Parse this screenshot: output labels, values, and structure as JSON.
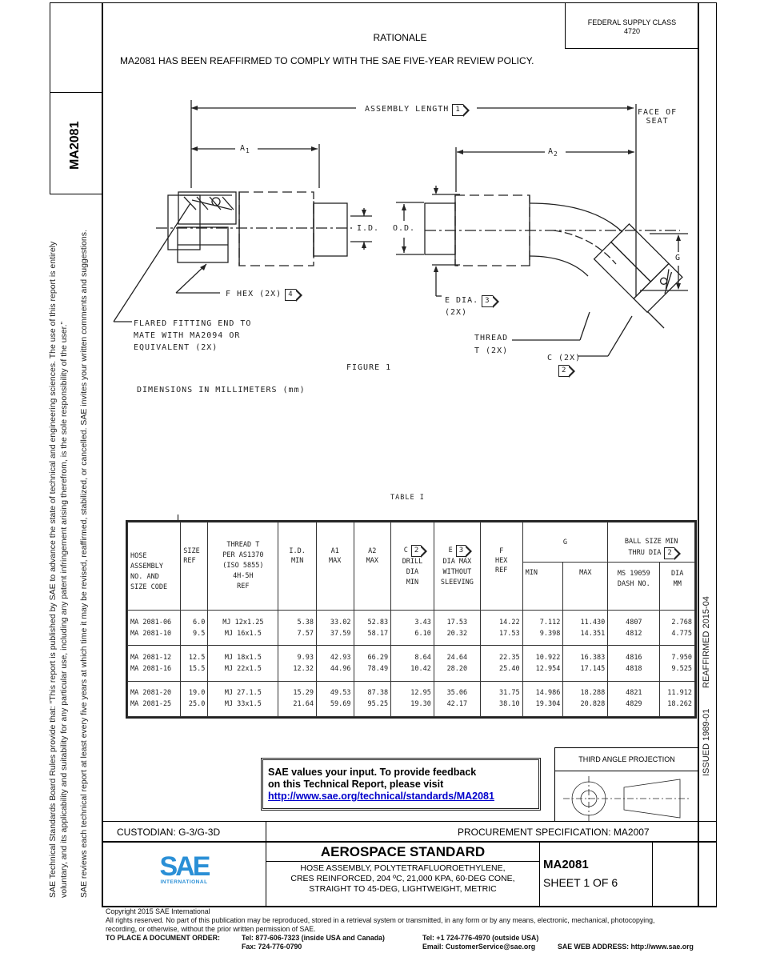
{
  "header": {
    "federal_supply_class_label": "FEDERAL SUPPLY CLASS",
    "federal_supply_class_value": "4720",
    "rationale_title": "RATIONALE",
    "rationale_text": "MA2081 HAS BEEN REAFFIRMED TO COMPLY WITH THE SAE FIVE-YEAR REVIEW POLICY."
  },
  "sidebar": {
    "doc_number": "MA2081",
    "rules_line1": "SAE Technical Standards Board Rules provide that: “This report is published by SAE to advance the state of technical and engineering sciences. The use of this report is entirely",
    "rules_line2": "voluntary, and its applicability and suitability for any particular use, including any patent infringement arising therefrom, is the sole responsibility of the user.”",
    "review_line": "SAE reviews each technical report at least every five years at which time it may be revised, reaffirmed, stabilized, or cancelled. SAE invites your written comments and suggestions."
  },
  "right_margin": {
    "issued": "ISSUED 1989-01",
    "reaffirmed": "REAFFIRMED 2015-04"
  },
  "figure": {
    "assembly_length": "ASSEMBLY LENGTH",
    "assembly_length_note": "1",
    "face_of_seat_1": "FACE OF",
    "face_of_seat_2": "SEAT",
    "a1": "A",
    "a1_sub": "1",
    "a2": "A",
    "a2_sub": "2",
    "id": "I.D.",
    "od": "O.D.",
    "g": "G",
    "f_hex": "F HEX (2X)",
    "f_hex_note": "4",
    "e_dia": "E DIA.",
    "e_dia_note": "3",
    "e_dia_2x": "(2X)",
    "flared_1": "FLARED FITTING END TO",
    "flared_2": "MATE WITH MA2094 OR",
    "flared_3": "EQUIVALENT (2X)",
    "thread_1": "THREAD",
    "thread_2": "T (2X)",
    "c_label": "C (2X)",
    "c_note": "2",
    "caption": "FIGURE 1",
    "units": "DIMENSIONS IN MILLIMETERS (mm)"
  },
  "table": {
    "title": "TABLE I",
    "headers": {
      "hose": [
        "HOSE",
        "ASSEMBLY",
        "NO. AND",
        "SIZE CODE"
      ],
      "size": [
        "SIZE",
        "REF"
      ],
      "thread": [
        "THREAD T",
        "PER AS1370",
        "(ISO 5855)",
        "4H-5H",
        "REF"
      ],
      "id": [
        "I.D.",
        "MIN"
      ],
      "a1": [
        "A1",
        "MAX"
      ],
      "a2": [
        "A2",
        "MAX"
      ],
      "c": [
        "C",
        "DRILL",
        "DIA",
        "MIN"
      ],
      "c_note": "2",
      "e": [
        "E",
        "DIA MAX",
        "WITHOUT",
        "SLEEVING"
      ],
      "e_note": "3",
      "f": [
        "F",
        "HEX",
        "REF"
      ],
      "g": "G",
      "g_min": "MIN",
      "g_max": "MAX",
      "ball": [
        "BALL SIZE MIN",
        "THRU DIA"
      ],
      "ball_note": "2",
      "ms": [
        "MS 19059",
        "DASH NO."
      ],
      "dia": [
        "DIA",
        "MM"
      ]
    },
    "rows": [
      {
        "hose": "MA 2081-06",
        "size": "6.0",
        "thread": "MJ 12x1.25",
        "id": "5.38",
        "a1": "33.02",
        "a2": "52.83",
        "c": "3.43",
        "e": "17.53",
        "f": "14.22",
        "gmin": "7.112",
        "gmax": "11.430",
        "ms": "4807",
        "dia": "2.768"
      },
      {
        "hose": "MA 2081-10",
        "size": "9.5",
        "thread": "MJ 16x1.5",
        "id": "7.57",
        "a1": "37.59",
        "a2": "58.17",
        "c": "6.10",
        "e": "20.32",
        "f": "17.53",
        "gmin": "9.398",
        "gmax": "14.351",
        "ms": "4812",
        "dia": "4.775"
      },
      {
        "hose": "MA 2081-12",
        "size": "12.5",
        "thread": "MJ 18x1.5",
        "id": "9.93",
        "a1": "42.93",
        "a2": "66.29",
        "c": "8.64",
        "e": "24.64",
        "f": "22.35",
        "gmin": "10.922",
        "gmax": "16.383",
        "ms": "4816",
        "dia": "7.950"
      },
      {
        "hose": "MA 2081-16",
        "size": "15.5",
        "thread": "MJ 22x1.5",
        "id": "12.32",
        "a1": "44.96",
        "a2": "78.49",
        "c": "10.42",
        "e": "28.20",
        "f": "25.40",
        "gmin": "12.954",
        "gmax": "17.145",
        "ms": "4818",
        "dia": "9.525"
      },
      {
        "hose": "MA 2081-20",
        "size": "19.0",
        "thread": "MJ 27.1.5",
        "id": "15.29",
        "a1": "49.53",
        "a2": "87.38",
        "c": "12.95",
        "e": "35.06",
        "f": "31.75",
        "gmin": "14.986",
        "gmax": "18.288",
        "ms": "4821",
        "dia": "11.912"
      },
      {
        "hose": "MA 2081-25",
        "size": "25.0",
        "thread": "MJ 33x1.5",
        "id": "21.64",
        "a1": "59.69",
        "a2": "95.25",
        "c": "19.30",
        "e": "42.17",
        "f": "38.10",
        "gmin": "19.304",
        "gmax": "20.828",
        "ms": "4829",
        "dia": "18.262"
      }
    ]
  },
  "feedback": {
    "line1": "SAE values your input. To provide feedback",
    "line2": "on this Technical Report, please visit",
    "link": "http://www.sae.org/technical/standards/MA2081"
  },
  "projection": {
    "label": "THIRD ANGLE PROJECTION"
  },
  "title_block": {
    "custodian": "CUSTODIAN: G-3/G-3D",
    "procurement": "PROCUREMENT SPECIFICATION: MA2007",
    "logo_text": "SAE",
    "logo_sub": "INTERNATIONAL",
    "standard_type": "AEROSPACE STANDARD",
    "desc_1": "HOSE ASSEMBLY, POLYTETRAFLUOROETHYLENE,",
    "desc_2": "CRES REINFORCED, 204 ºC, 21,000 KPA, 60-DEG CONE,",
    "desc_3": "STRAIGHT TO 45-DEG, LIGHTWEIGHT, METRIC",
    "doc_number": "MA2081",
    "sheet": "SHEET 1 OF 6"
  },
  "footer": {
    "copyright": "Copyright 2015 SAE International",
    "rights_1": "All rights reserved. No part of this publication may be reproduced, stored in a retrieval system or transmitted, in any form or by any means, electronic, mechanical, photocopying,",
    "rights_2": "recording, or otherwise, without the prior written permission of SAE.",
    "order_label": "TO PLACE A DOCUMENT ORDER:",
    "tel_us": "Tel: 877-606-7323 (inside USA and Canada)",
    "fax": "Fax: 724-776-0790",
    "tel_intl": "Tel: +1 724-776-4970 (outside USA)",
    "email": "Email: CustomerService@sae.org",
    "web": "SAE WEB ADDRESS: http://www.sae.org"
  }
}
